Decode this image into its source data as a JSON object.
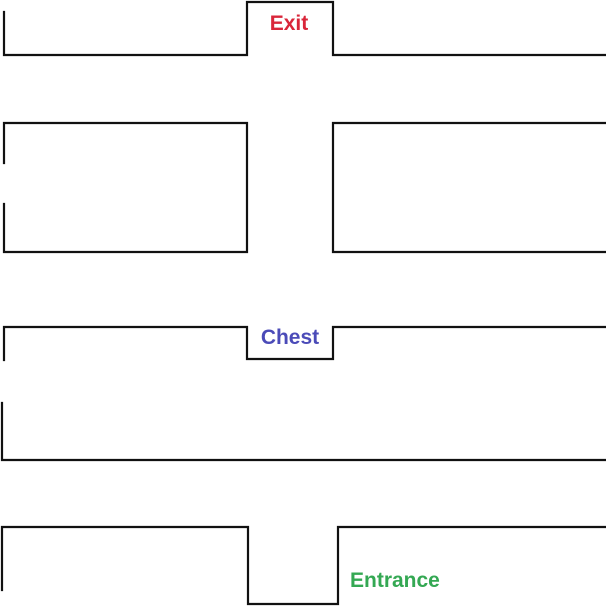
{
  "labels": {
    "exit": "Exit",
    "chest": "Chest",
    "entrance": "Entrance"
  },
  "colors": {
    "exit": "#d9263a",
    "chest": "#4b4bb8",
    "entrance": "#34a853",
    "wall": "#111111",
    "background": "#ffffff"
  }
}
